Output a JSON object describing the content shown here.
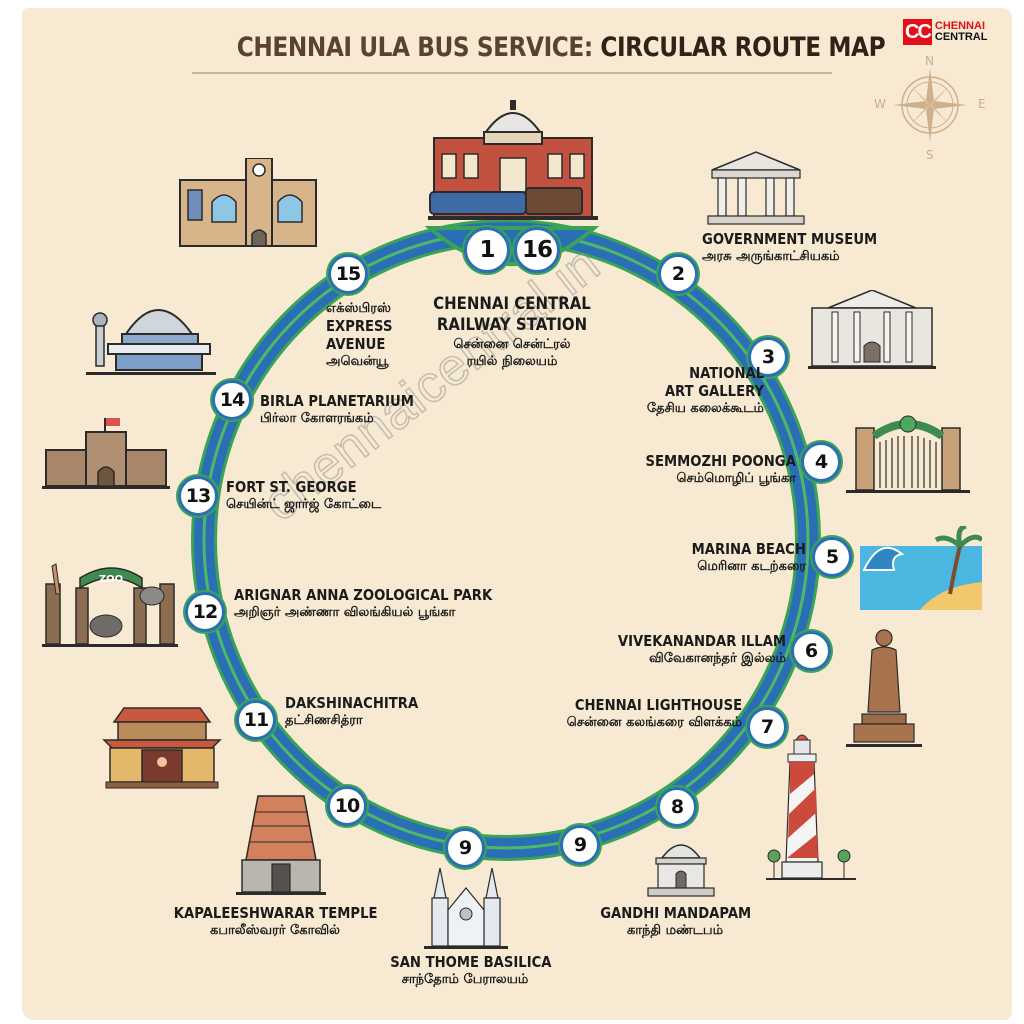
{
  "header": {
    "title_part1": "CHENNAI ULA BUS SERVICE:",
    "title_part2": "CIRCULAR ROUTE MAP"
  },
  "logo": {
    "mark": "CC",
    "line1": "CHENNAI",
    "line2": "CENTRAL"
  },
  "compass": {
    "n": "N",
    "e": "E",
    "s": "S",
    "w": "W"
  },
  "watermark": "chennaicentral.in",
  "colors": {
    "route_blue": "#2a6fb6",
    "route_green": "#3aa356",
    "paper": "#f8ead2",
    "title": "#5a4232"
  },
  "stops": [
    {
      "num": "1",
      "num2": "16",
      "name_en_1": "CHENNAI CENTRAL",
      "name_en_2": "RAILWAY STATION",
      "name_ta_1": "சென்னை சென்ட்ரல்",
      "name_ta_2": "ரயில் நிலையம்",
      "icon": "railway-station-icon"
    },
    {
      "num": "2",
      "name_en": "GOVERNMENT MUSEUM",
      "name_ta": "அரசு அருங்காட்சியகம்",
      "icon": "museum-icon"
    },
    {
      "num": "3",
      "name_en_1": "NATIONAL",
      "name_en_2": "ART GALLERY",
      "name_ta": "தேசிய கலைக்கூடம்",
      "icon": "art-gallery-icon"
    },
    {
      "num": "4",
      "name_en": "SEMMOZHI POONGA",
      "name_ta": "செம்மொழிப் பூங்கா",
      "icon": "park-gate-icon"
    },
    {
      "num": "5",
      "name_en": "MARINA BEACH",
      "name_ta": "மெரினா கடற்கரை",
      "icon": "beach-wave-icon"
    },
    {
      "num": "6",
      "name_en": "VIVEKANANDAR ILLAM",
      "name_ta": "விவேகானந்தர் இல்லம்",
      "icon": "statue-icon"
    },
    {
      "num": "7",
      "name_en": "CHENNAI LIGHTHOUSE",
      "name_ta": "சென்னை கலங்கரை விளக்கம்",
      "icon": "lighthouse-icon"
    },
    {
      "num": "8",
      "name_en": "GANDHI MANDAPAM",
      "name_ta": "காந்தி மண்டபம்",
      "icon": "mandapam-icon"
    },
    {
      "num": "9",
      "name_en": "SAN THOME BASILICA",
      "name_ta": "சாந்தோம் பேராலயம்",
      "icon": "basilica-icon"
    },
    {
      "num": "9",
      "name_en": "",
      "name_ta": "",
      "icon": ""
    },
    {
      "num": "10",
      "name_en": "KAPALEESHWARAR TEMPLE",
      "name_ta": "கபாலீஸ்வரர் கோவில்",
      "icon": "temple-gopuram-icon"
    },
    {
      "num": "11",
      "name_en": "DAKSHINACHITRA",
      "name_ta": "தட்சிணசித்ரா",
      "icon": "heritage-house-icon"
    },
    {
      "num": "12",
      "name_en": "ARIGNAR ANNA ZOOLOGICAL PARK",
      "name_ta": "அறிஞர் அண்ணா விலங்கியல் பூங்கா",
      "icon": "zoo-gate-icon",
      "zoo_sign": "ZOO"
    },
    {
      "num": "13",
      "name_en": "FORT ST. GEORGE",
      "name_ta": "செயின்ட் ஜார்ஜ் கோட்டை",
      "icon": "fort-icon"
    },
    {
      "num": "14",
      "name_en": "BIRLA PLANETARIUM",
      "name_ta": "பிர்லா கோளரங்கம்",
      "icon": "planetarium-icon"
    },
    {
      "num": "15",
      "name_ta_1": "எக்ஸ்பிரஸ்",
      "name_en_1": "EXPRESS",
      "name_en_2": "AVENUE",
      "name_ta_2": "அவென்யூ",
      "icon": "clock-tower-mall-icon"
    }
  ]
}
